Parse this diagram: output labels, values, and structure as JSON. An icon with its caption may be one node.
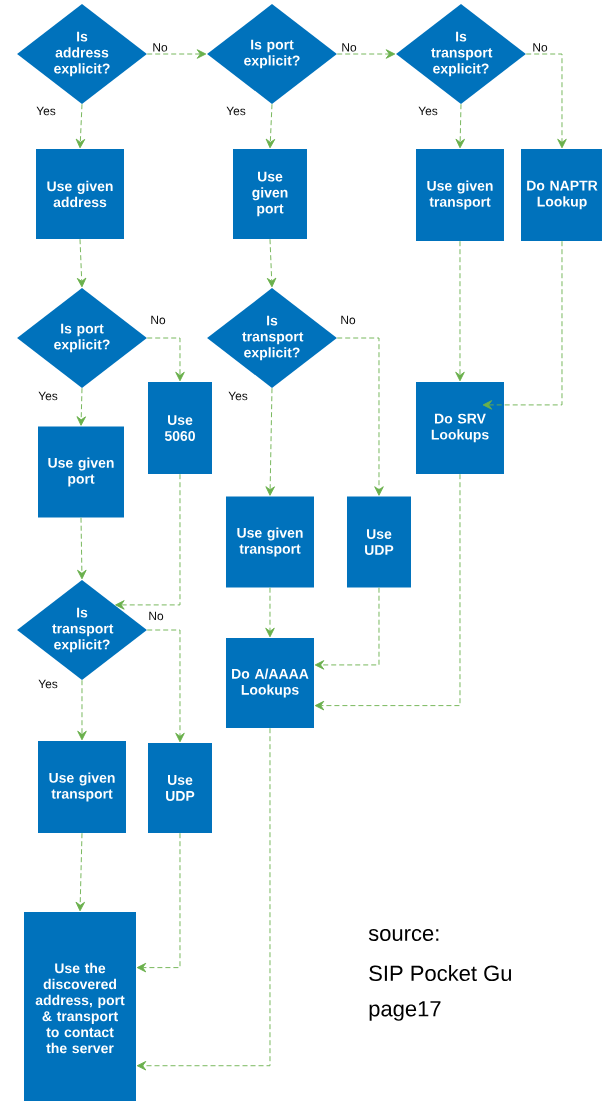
{
  "diagram": {
    "nodes": [
      {
        "text": [
          "Is address explicit?"
        ]
      },
      {
        "text": [
          "Is port explicit?"
        ]
      },
      {
        "text": [
          "Is transport explicit?"
        ]
      },
      {
        "text": [
          "Use given address"
        ]
      },
      {
        "text": [
          "Use given port"
        ]
      },
      {
        "text": [
          "Use given transport"
        ]
      },
      {
        "text": [
          "Do NAPTR Lookup"
        ]
      },
      {
        "text": [
          "Is port explicit?"
        ]
      },
      {
        "text": [
          "Is transport explicit?"
        ]
      },
      {
        "text": [
          "Use 5060"
        ]
      },
      {
        "text": [
          "Use given port"
        ]
      },
      {
        "text": [
          "Do SRV Lookups"
        ]
      },
      {
        "text": [
          "Use given transport"
        ]
      },
      {
        "text": [
          "Use UDP"
        ]
      },
      {
        "text": [
          "Is transport explicit?"
        ]
      },
      {
        "text": [
          "Do A/AAAA Lookups"
        ]
      },
      {
        "text": [
          "Use given transport"
        ]
      },
      {
        "text": [
          "Use UDP"
        ]
      },
      {
        "text": [
          "Use the discovered address, port & transport to contact the server"
        ]
      }
    ],
    "edges": [
      {
        "from": 0,
        "to": 1,
        "arrow": "to",
        "label": "No",
        "style": "dashed"
      },
      {
        "from": 0,
        "to": 3,
        "arrow": "to",
        "label": "Yes",
        "style": "dashed"
      },
      {
        "from": 1,
        "to": 2,
        "arrow": "to",
        "label": "No",
        "style": "dashed"
      },
      {
        "from": 1,
        "to": 4,
        "arrow": "to",
        "label": "Yes",
        "style": "dashed"
      },
      {
        "from": 2,
        "to": 5,
        "arrow": "to",
        "label": "Yes",
        "style": "dashed"
      },
      {
        "from": 2,
        "to": 6,
        "arrow": "to",
        "label": "No",
        "style": "dashed"
      },
      {
        "from": 3,
        "to": 7,
        "arrow": "to",
        "style": "dashed"
      },
      {
        "from": 4,
        "to": 8,
        "arrow": "to",
        "style": "dashed"
      },
      {
        "from": 5,
        "to": 11,
        "arrow": "to",
        "style": "dashed"
      },
      {
        "from": 6,
        "to": 11,
        "arrow": "to",
        "style": "dashed"
      },
      {
        "from": 7,
        "to": 10,
        "arrow": "to",
        "label": "Yes",
        "style": "dashed"
      },
      {
        "from": 7,
        "to": 9,
        "arrow": "to",
        "label": "No",
        "style": "dashed"
      },
      {
        "from": 8,
        "to": 12,
        "arrow": "to",
        "label": "Yes",
        "style": "dashed"
      },
      {
        "from": 8,
        "to": 13,
        "arrow": "to",
        "label": "No",
        "style": "dashed"
      },
      {
        "from": 9,
        "to": 14,
        "arrow": "to",
        "style": "dashed"
      },
      {
        "from": 10,
        "to": 14,
        "arrow": "to",
        "style": "dashed"
      },
      {
        "from": 11,
        "to": 15,
        "arrow": "to",
        "style": "dashed"
      },
      {
        "from": 12,
        "to": 15,
        "arrow": "to",
        "style": "dashed"
      },
      {
        "from": 13,
        "to": 15,
        "arrow": "to",
        "style": "dashed"
      },
      {
        "from": 14,
        "to": 16,
        "arrow": "to",
        "label": "Yes",
        "style": "dashed"
      },
      {
        "from": 14,
        "to": 17,
        "arrow": "to",
        "label": "No",
        "style": "dashed"
      },
      {
        "from": 15,
        "to": 18,
        "arrow": "to",
        "style": "dashed"
      },
      {
        "from": 16,
        "to": 18,
        "arrow": "to",
        "style": "dashed"
      },
      {
        "from": 17,
        "to": 18,
        "arrow": "to",
        "style": "dashed"
      }
    ],
    "labels": [
      "source:",
      "SIP Pocket Gu",
      "page17"
    ]
  }
}
